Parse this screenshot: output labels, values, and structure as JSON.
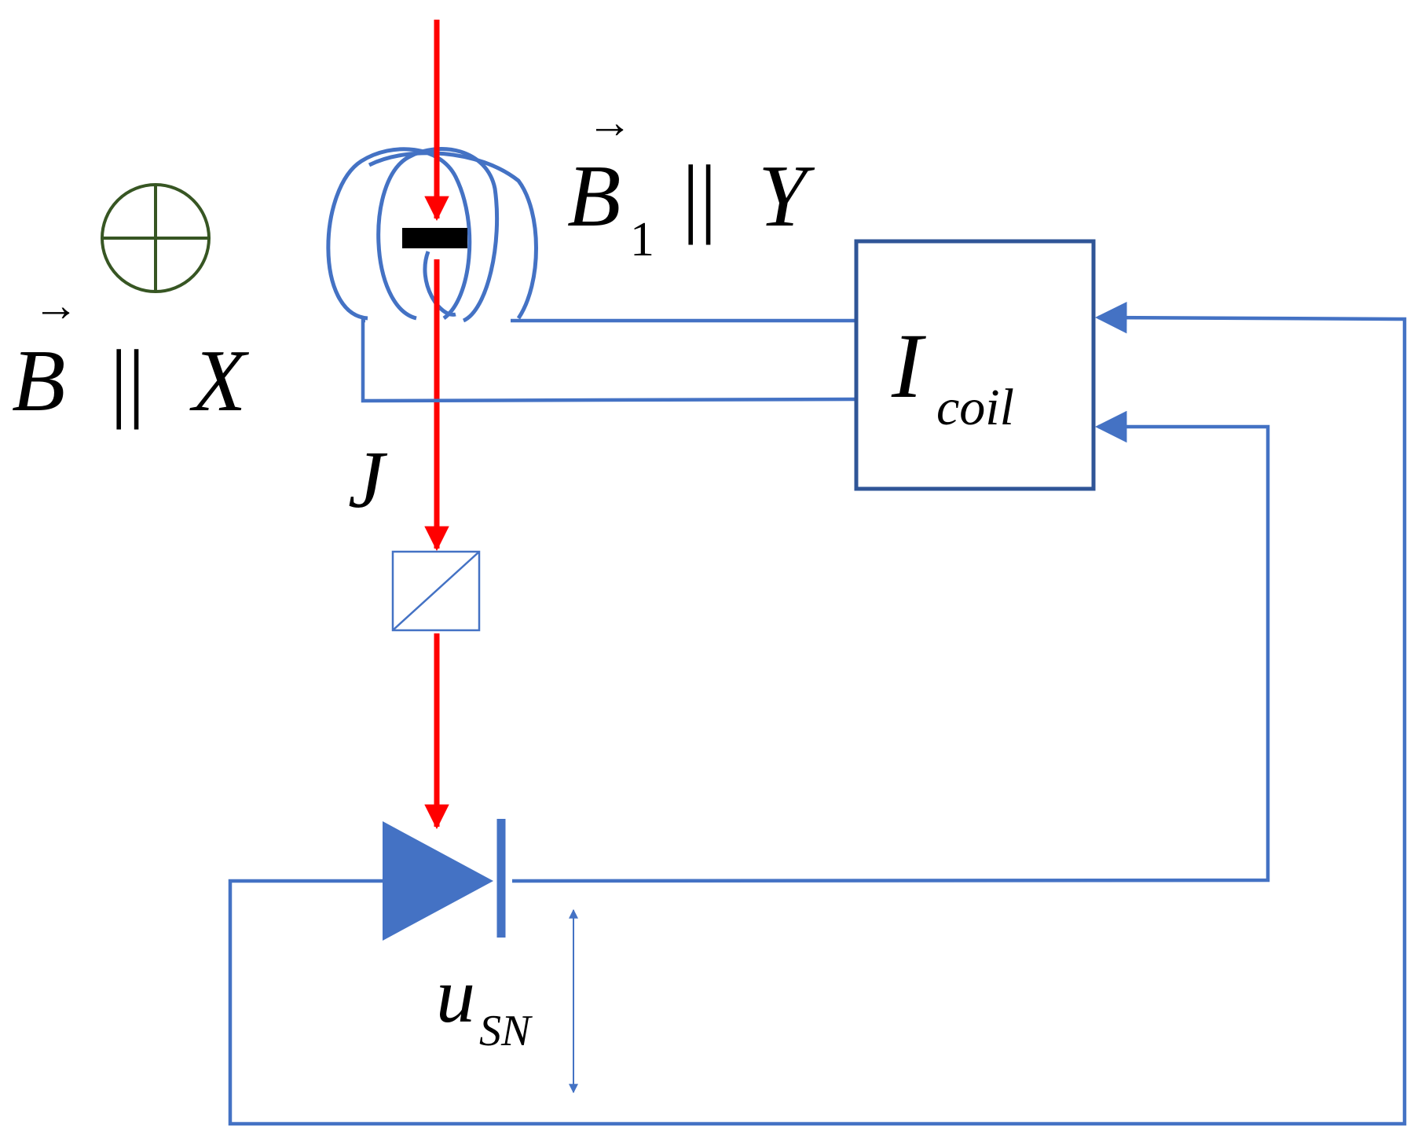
{
  "diagram": {
    "colors": {
      "wire": "#4472C4",
      "box_border": "#2F5597",
      "beam": "#FF0000",
      "field_symbol": "#375623",
      "text": "#000000",
      "sample": "#000000"
    },
    "labels": {
      "b_field": {
        "symbol": "B",
        "relation": "||",
        "axis": "X"
      },
      "b1_field": {
        "symbol": "B",
        "subscript": "1",
        "relation": "||",
        "axis": "Y"
      },
      "beam": {
        "symbol": "J"
      },
      "coil_driver": {
        "symbol": "I",
        "subscript": "coil"
      },
      "signal": {
        "symbol": "u",
        "subscript": "SN"
      }
    }
  }
}
